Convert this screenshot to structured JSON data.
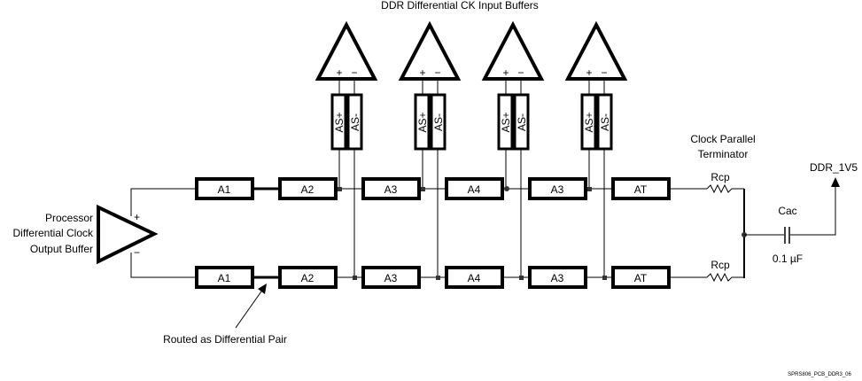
{
  "title": "DDR Differential  CK Input Buffers",
  "processor_buffer": {
    "label_lines": [
      "Processor",
      "Differential Clock",
      "Output Buffer"
    ],
    "plus": "+",
    "minus": "−"
  },
  "input_buffers": [
    {
      "plus": "+",
      "minus": "−",
      "stub_pos": "AS+",
      "stub_neg": "AS-"
    },
    {
      "plus": "+",
      "minus": "−",
      "stub_pos": "AS+",
      "stub_neg": "AS-"
    },
    {
      "plus": "+",
      "minus": "−",
      "stub_pos": "AS+",
      "stub_neg": "AS-"
    },
    {
      "plus": "+",
      "minus": "−",
      "stub_pos": "AS+",
      "stub_neg": "AS-"
    }
  ],
  "top_segments": [
    "A1",
    "A2",
    "A3",
    "A4",
    "A3",
    "AT"
  ],
  "bottom_segments": [
    "A1",
    "A2",
    "A3",
    "A4",
    "A3",
    "AT"
  ],
  "terminator": {
    "label_lines": [
      "Clock Parallel",
      "Terminator"
    ],
    "resistor_top": "Rcp",
    "resistor_bottom": "Rcp",
    "capacitor": "Cac",
    "capacitor_value": "0.1 µF",
    "supply": "DDR_1V5"
  },
  "annotation": "Routed as Differential Pair",
  "figure_id": "SPRS806_PCB_DDR3_06"
}
